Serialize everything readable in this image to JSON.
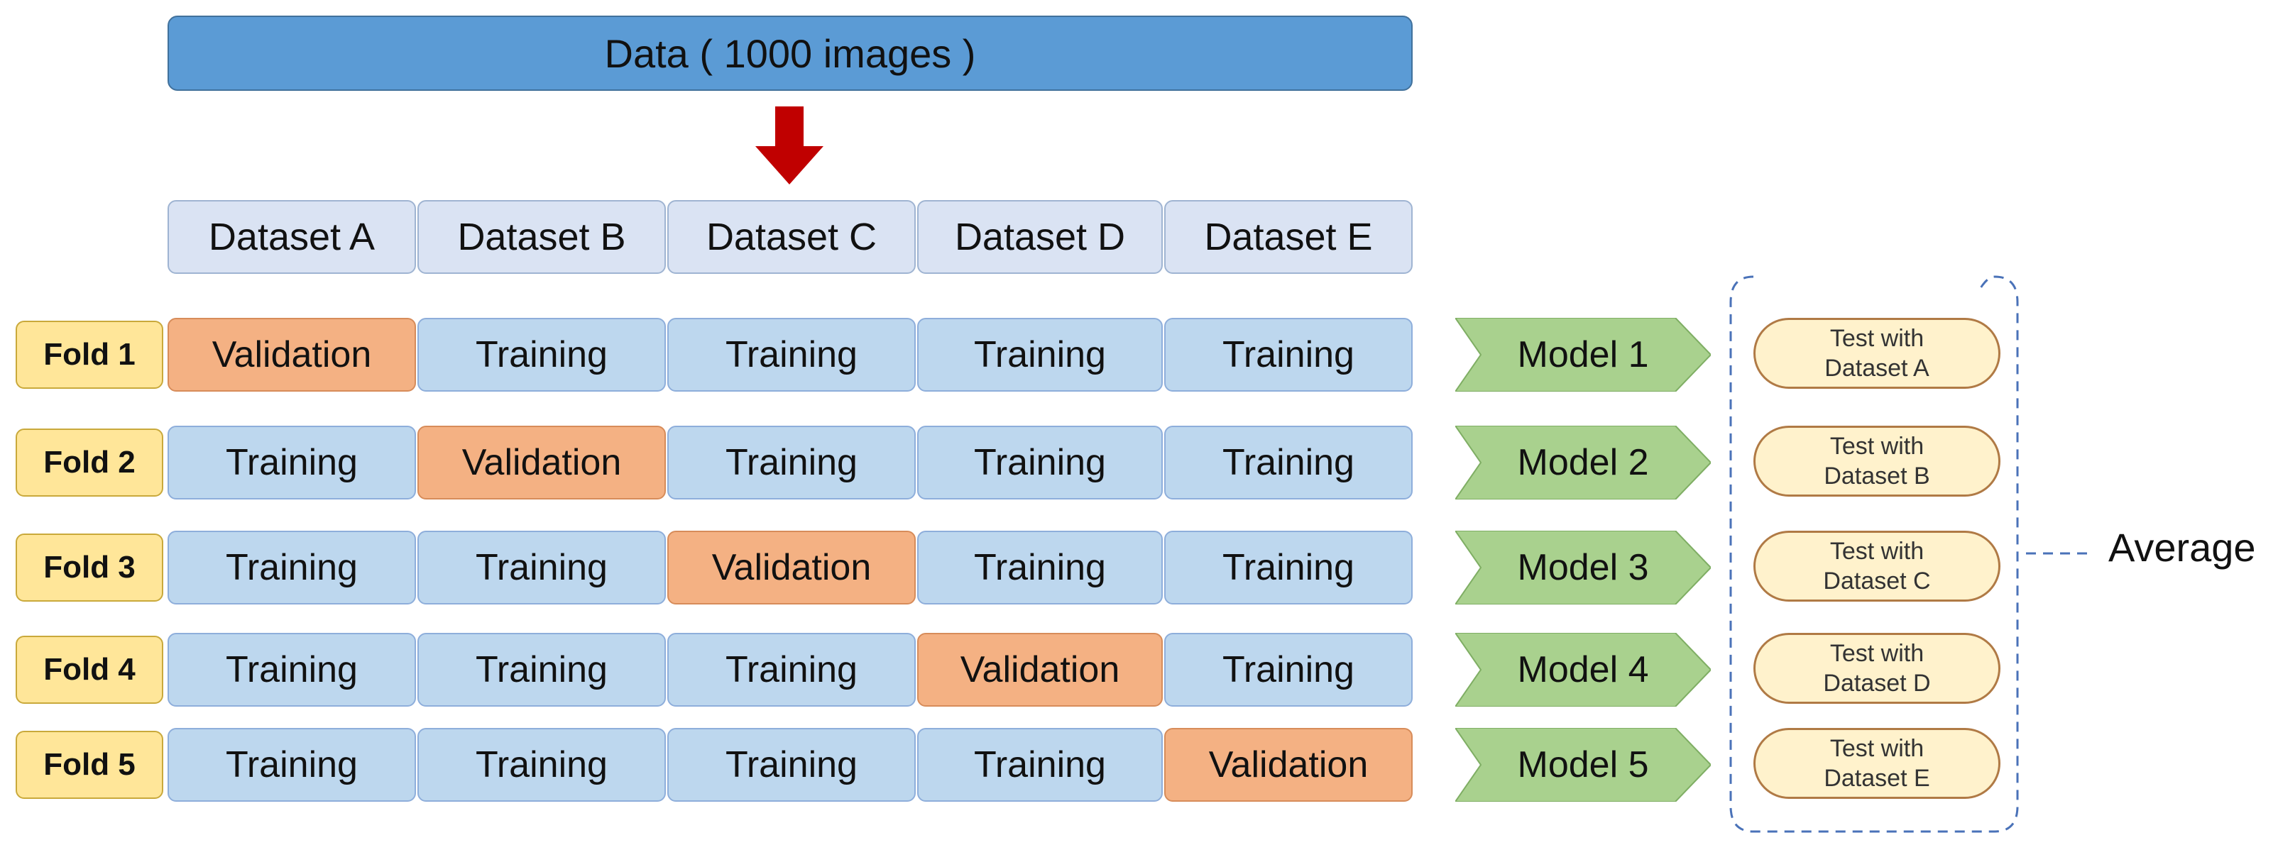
{
  "header": {
    "data_label": "Data ( 1000 images )"
  },
  "datasets": [
    "Dataset A",
    "Dataset B",
    "Dataset C",
    "Dataset D",
    "Dataset E"
  ],
  "folds": [
    {
      "label": "Fold 1",
      "cells": [
        "Validation",
        "Training",
        "Training",
        "Training",
        "Training"
      ],
      "model": "Model 1",
      "test": [
        "Test with",
        "Dataset A"
      ]
    },
    {
      "label": "Fold 2",
      "cells": [
        "Training",
        "Validation",
        "Training",
        "Training",
        "Training"
      ],
      "model": "Model 2",
      "test": [
        "Test with",
        "Dataset B"
      ]
    },
    {
      "label": "Fold 3",
      "cells": [
        "Training",
        "Training",
        "Validation",
        "Training",
        "Training"
      ],
      "model": "Model 3",
      "test": [
        "Test with",
        "Dataset C"
      ]
    },
    {
      "label": "Fold 4",
      "cells": [
        "Training",
        "Training",
        "Training",
        "Validation",
        "Training"
      ],
      "model": "Model 4",
      "test": [
        "Test with",
        "Dataset D"
      ]
    },
    {
      "label": "Fold 5",
      "cells": [
        "Training",
        "Training",
        "Training",
        "Training",
        "Validation"
      ],
      "model": "Model 5",
      "test": [
        "Test with",
        "Dataset E"
      ]
    }
  ],
  "average_label": "Average",
  "colors": {
    "data_bar": "#5b9bd5",
    "dataset_header": "#dae3f3",
    "training": "#bdd7ee",
    "validation": "#f4b183",
    "fold_label": "#ffe699",
    "model_arrow": "#a9d18e",
    "test_box": "#fff2cc",
    "down_arrow": "#c00000"
  }
}
